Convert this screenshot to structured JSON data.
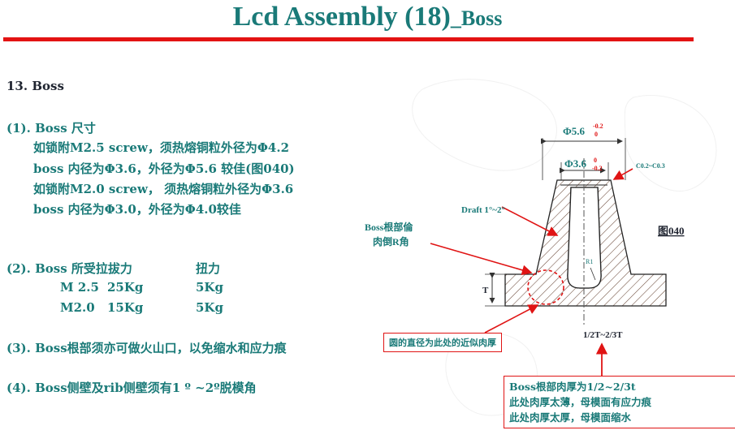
{
  "page": {
    "title_main": "Lcd    Assembly (18)",
    "title_sub": "_Boss"
  },
  "content": {
    "section_heading": "13. Boss",
    "item1": {
      "heading": "(1). Boss 尺寸",
      "lines": [
        "如锁附M2.5 screw，须热熔铜粒外径为Φ4.2",
        "boss 内径为Φ3.6，外径为Φ5.6 较佳(图040)",
        "如锁附M2.0 screw， 须热熔铜粒外径为Φ3.6",
        "boss 内径为Φ3.0，外径为Φ4.0较佳"
      ]
    },
    "item2": {
      "heading": "(2). Boss 所受拉拔力",
      "torque_header": "扭力",
      "rows": [
        {
          "screw": "M 2.5",
          "pull": "25Kg",
          "torque": "5Kg"
        },
        {
          "screw": "M2.0",
          "pull": "15Kg",
          "torque": "5Kg"
        }
      ]
    },
    "item3": "(3). Boss根部须亦可做火山口，以免缩水和应力痕",
    "item4": "(4). Boss侧壁及rib侧壁须有1 º ~2º脱模角"
  },
  "diagram": {
    "figure_label": "图040",
    "outer_dia": "Φ5.6",
    "outer_tol_upper": "-0.2",
    "outer_tol_lower": "0",
    "inner_dia": "Φ3.6",
    "inner_tol_upper": "0",
    "inner_tol_lower": "-0.2",
    "chamfer": "C0.2~C0.3",
    "draft": "Draft 1°~2°",
    "root_radius_note": [
      "Boss根部倫",
      "肉倒R角"
    ],
    "radius": "R1",
    "thickness": "T",
    "ratio": "1/2T~2/3T",
    "circle_note": "圆的直径为此处的近似肉厚",
    "thickness_note": [
      "Boss根部肉厚为1/2~2/3t",
      "此处肉厚太薄，母模面有应力痕",
      "此处肉厚太厚，母模面缩水"
    ],
    "colors": {
      "teal": "#1a7a78",
      "red": "#e01414"
    }
  }
}
